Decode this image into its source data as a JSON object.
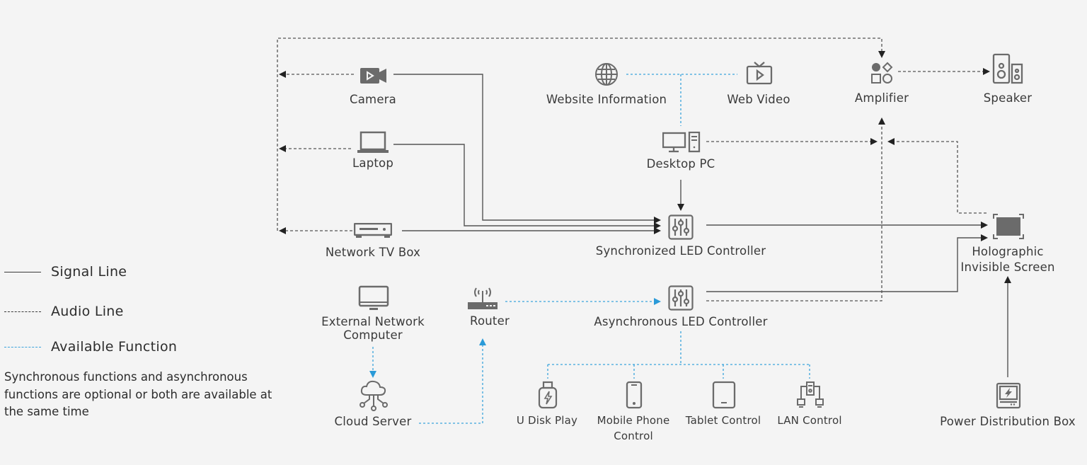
{
  "legend": {
    "items": [
      {
        "label": "Signal Line",
        "style": "solid",
        "color": "#3a3a3a"
      },
      {
        "label": "Audio Line",
        "style": "dashed",
        "color": "#3a3a3a"
      },
      {
        "label": "Available Function",
        "style": "dashed",
        "color": "#3aa3dc"
      }
    ],
    "note": "Synchronous functions and asynchronous functions are optional or both are available at the same time"
  },
  "nodes": {
    "camera": {
      "label": "Camera",
      "icon": "video-camera-icon"
    },
    "laptop": {
      "label": "Laptop",
      "icon": "laptop-icon"
    },
    "network_tv_box": {
      "label": "Network TV Box",
      "icon": "set-top-box-icon"
    },
    "website_information": {
      "label": "Website Information",
      "icon": "globe-icon"
    },
    "web_video": {
      "label": "Web Video",
      "icon": "tv-play-icon"
    },
    "desktop_pc": {
      "label": "Desktop PC",
      "icon": "desktop-pc-icon"
    },
    "sync_controller": {
      "label": "Synchronized LED Controller",
      "icon": "sliders-icon"
    },
    "async_controller": {
      "label": "Asynchronous LED Controller",
      "icon": "sliders-icon"
    },
    "amplifier": {
      "label": "Amplifier",
      "icon": "shapes-icon"
    },
    "speaker": {
      "label": "Speaker",
      "icon": "speaker-icon"
    },
    "holographic_screen": {
      "label_line1": "Holographic",
      "label_line2": "Invisible Screen",
      "icon": "screen-icon"
    },
    "external_computer": {
      "label_line1": "External Network",
      "label_line2": "Computer",
      "icon": "monitor-icon"
    },
    "router": {
      "label": "Router",
      "icon": "router-icon"
    },
    "cloud_server": {
      "label": "Cloud Server",
      "icon": "cloud-network-icon"
    },
    "u_disk": {
      "label": "U Disk Play",
      "icon": "usb-drive-icon"
    },
    "mobile_phone": {
      "label_line1": "Mobile Phone",
      "label_line2": "Control",
      "icon": "phone-icon"
    },
    "tablet": {
      "label": "Tablet Control",
      "icon": "tablet-icon"
    },
    "lan": {
      "label": "LAN Control",
      "icon": "lan-icon"
    },
    "power_box": {
      "label": "Power Distribution Box",
      "icon": "power-box-icon"
    }
  },
  "colors": {
    "line": "#3a3a3a",
    "icon": "#6b6b6b",
    "available": "#3aa3dc",
    "background": "#f4f4f4"
  }
}
